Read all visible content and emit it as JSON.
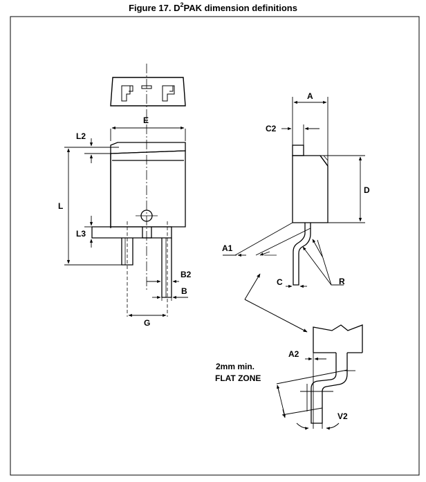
{
  "figure": {
    "prefix": "Figure 17. D",
    "superscript": "2",
    "suffix": "PAK dimension definitions"
  },
  "labels": {
    "E": "E",
    "L2": "L2",
    "L": "L",
    "L3": "L3",
    "B2": "B2",
    "B": "B",
    "G": "G",
    "A": "A",
    "C2": "C2",
    "D": "D",
    "A1": "A1",
    "C": "C",
    "R": "R",
    "A2": "A2",
    "V2": "V2"
  },
  "flat_zone": {
    "line1": "2mm min.",
    "line2": "FLAT ZONE"
  }
}
